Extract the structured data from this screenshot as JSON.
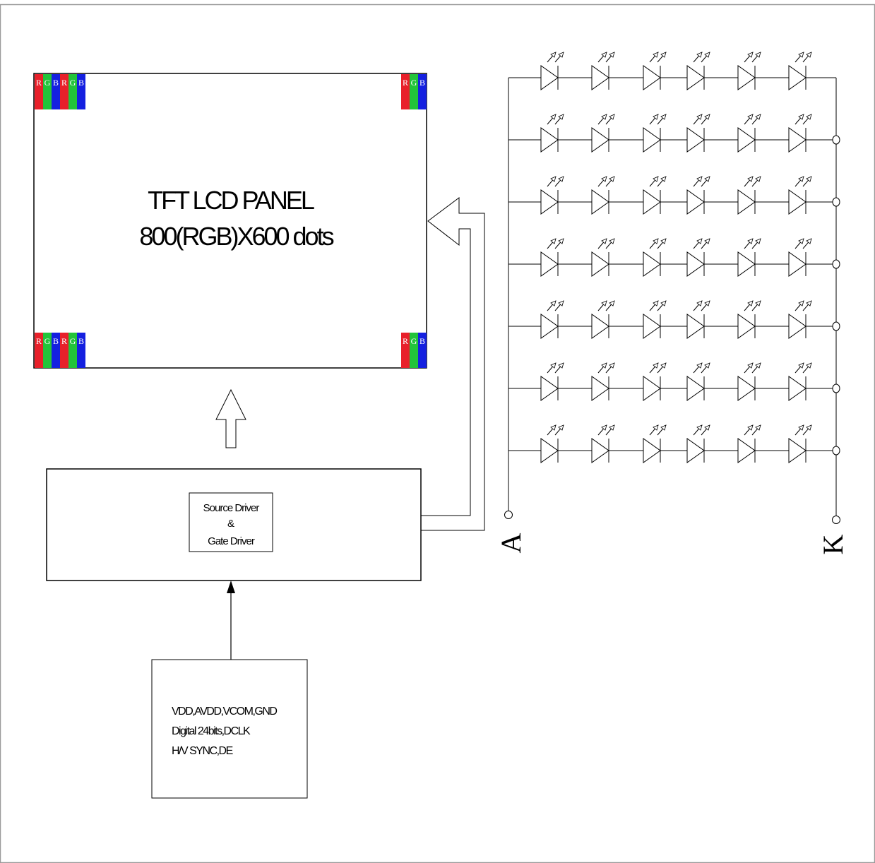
{
  "panel": {
    "title_line1": "TFT  LCD  PANEL",
    "title_line2": "800(RGB)X600 dots",
    "subpixel_letters": [
      "R",
      "G",
      "B"
    ]
  },
  "driver": {
    "label_line1": "Source Driver",
    "label_line2": "&",
    "label_line3": "Gate Driver"
  },
  "power_box": {
    "line1": "VDD,AVDD,VCOM,GND",
    "line2": "Digital 24bits,DCLK",
    "line3": "H/V SYNC,DE"
  },
  "backlight": {
    "anode_label": "A",
    "cathode_label": "K",
    "rows": 7,
    "leds_per_row": 6
  },
  "colors": {
    "red": "#e8202a",
    "green": "#22c43a",
    "blue": "#1420e0",
    "stroke": "#000000",
    "frame": "#9a9a9a"
  }
}
